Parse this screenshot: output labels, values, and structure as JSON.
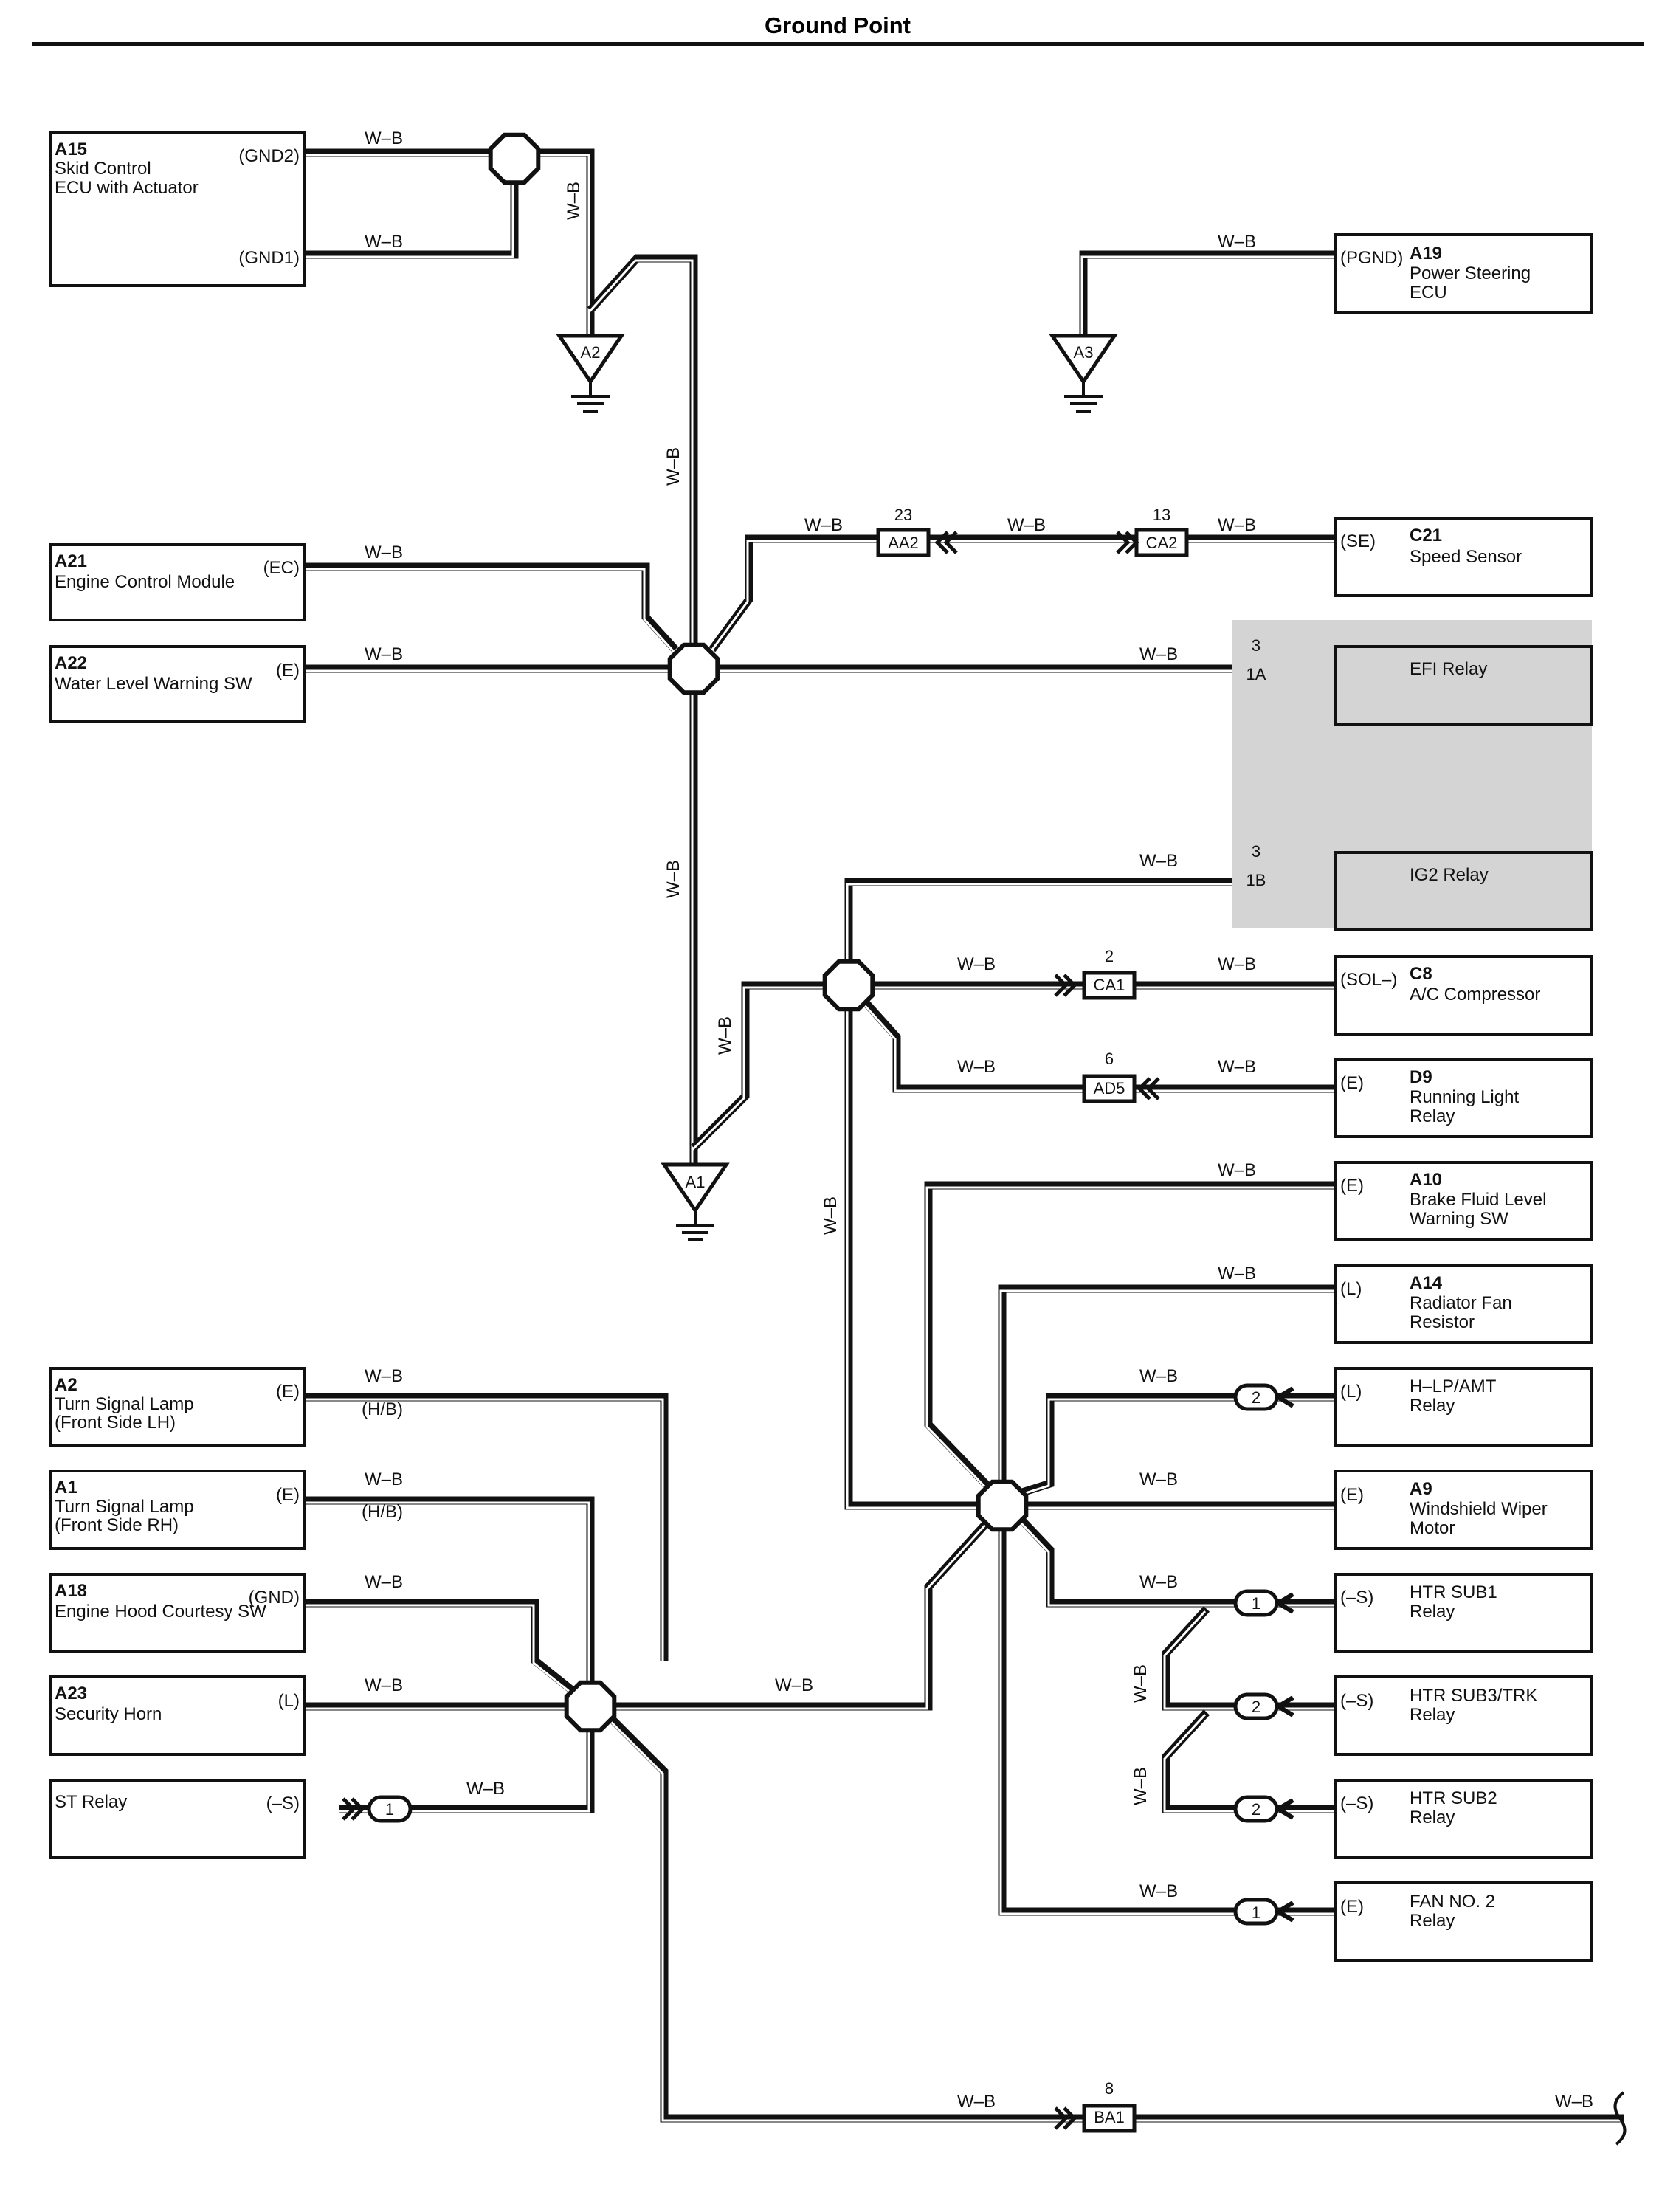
{
  "title": "Ground Point",
  "wire_label": "W–B",
  "components": [
    {
      "code": "A15",
      "name": [
        "Skid Control",
        "ECU with Actuator"
      ],
      "pins": [
        "(GND2)",
        "(GND1)"
      ]
    },
    {
      "code": "A21",
      "name": [
        "Engine Control Module"
      ],
      "pins": [
        "(EC)"
      ]
    },
    {
      "code": "A22",
      "name": [
        "Water Level Warning SW"
      ],
      "pins": [
        "(E)"
      ]
    },
    {
      "code": "A19",
      "name": [
        "Power Steering",
        "ECU"
      ],
      "pins": [
        "(PGND)"
      ]
    },
    {
      "code": "C21",
      "name": [
        "Speed Sensor"
      ],
      "pins": [
        "(SE)"
      ]
    },
    {
      "code": "",
      "name": [
        "EFI Relay"
      ],
      "pins": []
    },
    {
      "code": "",
      "name": [
        "IG2 Relay"
      ],
      "pins": []
    },
    {
      "code": "C8",
      "name": [
        "A/C Compressor"
      ],
      "pins": [
        "(SOL–)"
      ]
    },
    {
      "code": "D9",
      "name": [
        "Running Light",
        "Relay"
      ],
      "pins": [
        "(E)"
      ]
    },
    {
      "code": "A10",
      "name": [
        "Brake Fluid Level",
        "Warning SW"
      ],
      "pins": [
        "(E)"
      ]
    },
    {
      "code": "A14",
      "name": [
        "Radiator Fan",
        "Resistor"
      ],
      "pins": [
        "(L)"
      ]
    },
    {
      "code": "",
      "name": [
        "H–LP/AMT",
        "Relay"
      ],
      "pins": [
        "(L)"
      ]
    },
    {
      "code": "A9",
      "name": [
        "Windshield Wiper",
        "Motor"
      ],
      "pins": [
        "(E)"
      ]
    },
    {
      "code": "",
      "name": [
        "HTR SUB1",
        "Relay"
      ],
      "pins": [
        "(–S)"
      ]
    },
    {
      "code": "",
      "name": [
        "HTR SUB3/TRK",
        "Relay"
      ],
      "pins": [
        "(–S)"
      ]
    },
    {
      "code": "",
      "name": [
        "HTR SUB2",
        "Relay"
      ],
      "pins": [
        "(–S)"
      ]
    },
    {
      "code": "",
      "name": [
        "FAN NO. 2",
        "Relay"
      ],
      "pins": [
        "(E)"
      ]
    },
    {
      "code": "A2",
      "name": [
        "Turn Signal Lamp",
        "(Front Side LH)"
      ],
      "pins": [
        "(E)",
        "(H/B)"
      ]
    },
    {
      "code": "A1",
      "name": [
        "Turn Signal Lamp",
        "(Front Side RH)"
      ],
      "pins": [
        "(E)",
        "(H/B)"
      ]
    },
    {
      "code": "A18",
      "name": [
        "Engine Hood Courtesy SW"
      ],
      "pins": [
        "(GND)"
      ]
    },
    {
      "code": "A23",
      "name": [
        "Security Horn"
      ],
      "pins": [
        "(L)"
      ]
    },
    {
      "code": "",
      "name": [
        "ST Relay"
      ],
      "pins": [
        "(–S)"
      ]
    }
  ],
  "grounds": [
    "A2",
    "A3",
    "A1"
  ],
  "connectors": [
    {
      "id": "AA2",
      "pin": "23"
    },
    {
      "id": "CA2",
      "pin": "13"
    },
    {
      "id": "1A",
      "pin": "3"
    },
    {
      "id": "1B",
      "pin": "3"
    },
    {
      "id": "CA1",
      "pin": "2"
    },
    {
      "id": "AD5",
      "pin": "6"
    },
    {
      "id": "BA1",
      "pin": "8"
    }
  ],
  "junction_pins": [
    "2",
    "1",
    "2",
    "2",
    "1",
    "1"
  ]
}
